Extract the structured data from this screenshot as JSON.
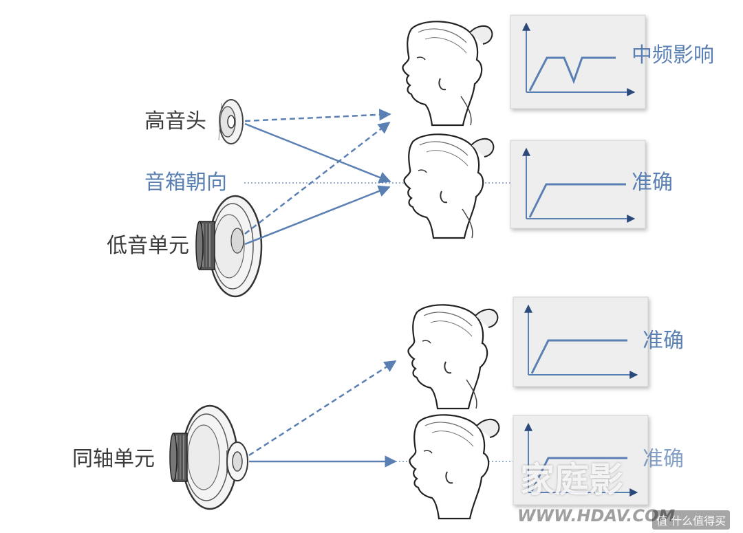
{
  "labels": {
    "tweeter": "高音头",
    "speaker_axis": "音箱朝向",
    "woofer": "低音单元",
    "coaxial": "同轴单元"
  },
  "results": {
    "r1": "中频影响",
    "r2": "准确",
    "r3": "准确",
    "r4": "准确"
  },
  "watermark": {
    "brand": "家庭影",
    "url": "WWW.HDAV.COM",
    "badge": "值 什么值得买"
  },
  "colors": {
    "arrow": "#5a7fb3",
    "text_dark": "#3a3a3a",
    "text_blue": "#5a7fb3",
    "panel_bg": "#eeeeee"
  }
}
